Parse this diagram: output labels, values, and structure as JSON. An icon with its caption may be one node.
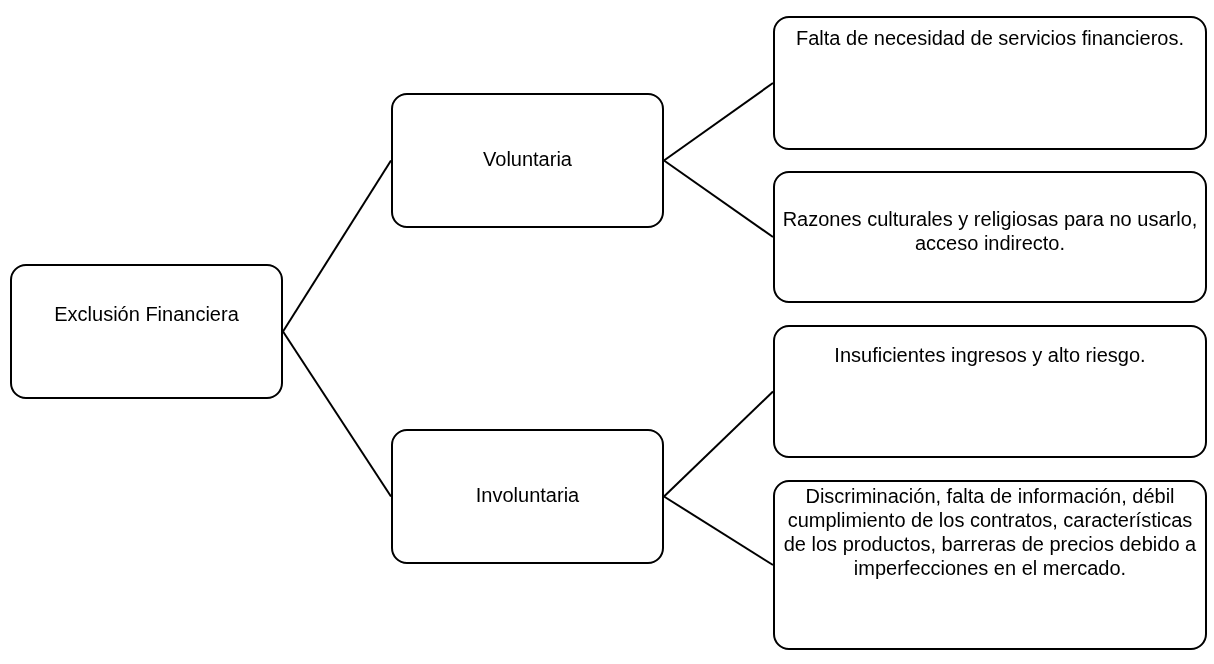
{
  "diagram": {
    "nodes": [
      {
        "text": [
          "Exclusión Financiera"
        ]
      },
      {
        "text": [
          "Voluntaria"
        ]
      },
      {
        "text": [
          "Involuntaria"
        ]
      },
      {
        "text": [
          "Falta de necesidad de servicios financieros."
        ]
      },
      {
        "text": [
          "Razones culturales y religiosas para no usarlo, acceso indirecto."
        ]
      },
      {
        "text": [
          "Insuficientes ingresos y alto riesgo."
        ]
      },
      {
        "text": [
          "Discriminación, falta de información, débil cumplimiento de los contratos, características de los productos, barreras de precios debido a imperfecciones en el mercado."
        ]
      }
    ],
    "edges": [
      {
        "from": 0,
        "to": 1,
        "arrow": "none"
      },
      {
        "from": 0,
        "to": 2,
        "arrow": "none"
      },
      {
        "from": 1,
        "to": 3,
        "arrow": "none"
      },
      {
        "from": 1,
        "to": 4,
        "arrow": "none"
      },
      {
        "from": 2,
        "to": 5,
        "arrow": "none"
      },
      {
        "from": 2,
        "to": 6,
        "arrow": "none"
      }
    ]
  }
}
